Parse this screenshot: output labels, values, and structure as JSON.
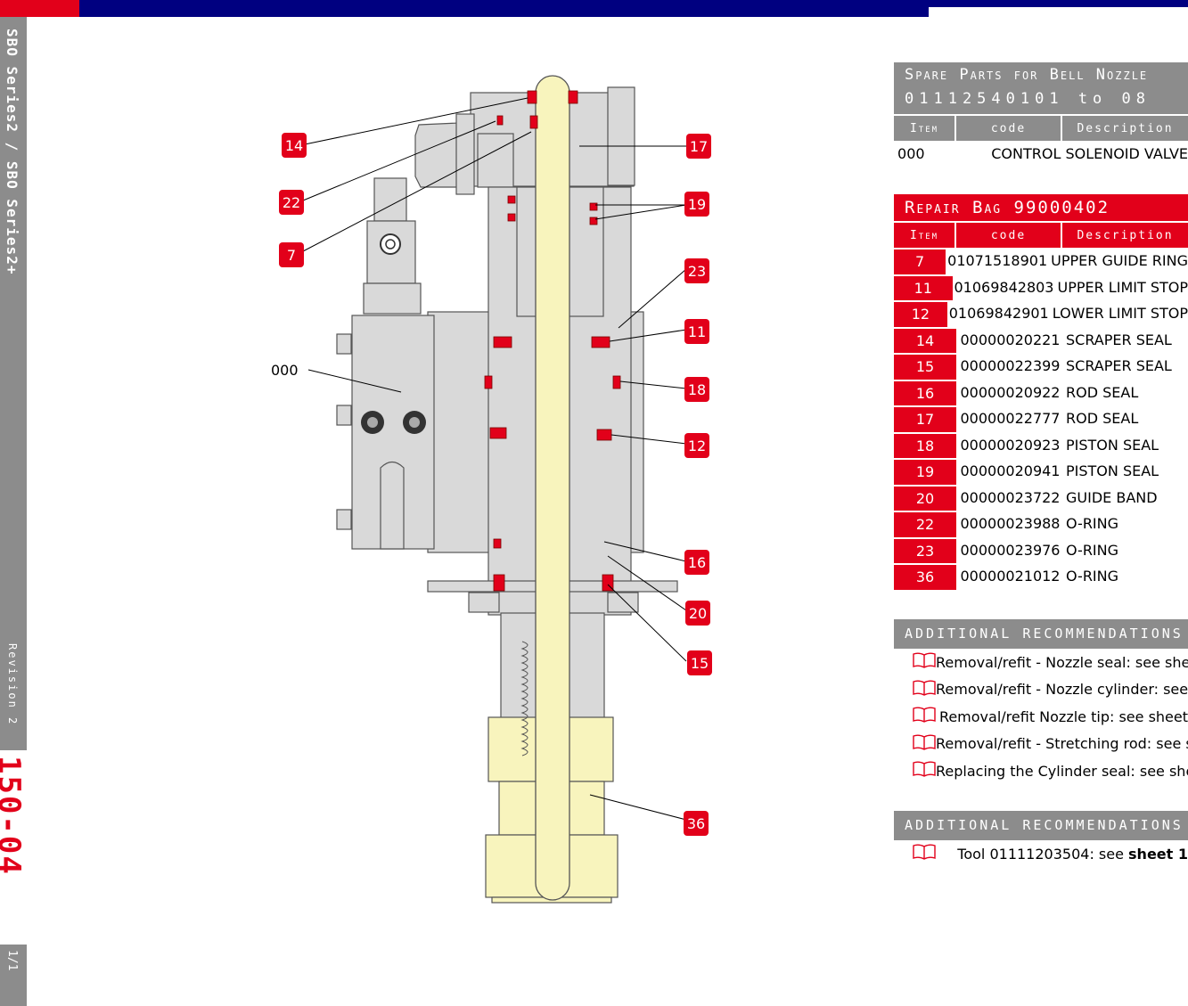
{
  "sidebar": {
    "series_label": "SBO Series2 / SBO Series2+",
    "revision_label": "Revision 2",
    "sheet_number": "150-04",
    "page_label": "1/1"
  },
  "drawing": {
    "callouts": [
      "14",
      "22",
      "7",
      "17",
      "19",
      "23",
      "11",
      "18",
      "12",
      "16",
      "20",
      "15",
      "36"
    ],
    "unmarked_label": "000"
  },
  "spare_parts": {
    "title_line1": "Spare Parts for Bell Nozzle",
    "title_line2": "01112540101 to 08",
    "columns": {
      "item": "Item",
      "code": "code",
      "desc": "Description"
    },
    "rows": [
      {
        "item": "000",
        "code": "",
        "desc": "CONTROL SOLENOID VALVE"
      }
    ]
  },
  "repair_bag": {
    "title": "Repair Bag 99000402",
    "columns": {
      "item": "Item",
      "code": "code",
      "desc": "Description"
    },
    "rows": [
      {
        "item": "7",
        "code": "01071518901",
        "desc": "UPPER GUIDE RING"
      },
      {
        "item": "11",
        "code": "01069842803",
        "desc": "UPPER LIMIT STOP"
      },
      {
        "item": "12",
        "code": "01069842901",
        "desc": "LOWER LIMIT STOP"
      },
      {
        "item": "14",
        "code": "00000020221",
        "desc": "SCRAPER SEAL"
      },
      {
        "item": "15",
        "code": "00000022399",
        "desc": "SCRAPER SEAL"
      },
      {
        "item": "16",
        "code": "00000020922",
        "desc": "ROD SEAL"
      },
      {
        "item": "17",
        "code": "00000022777",
        "desc": "ROD SEAL"
      },
      {
        "item": "18",
        "code": "00000020923",
        "desc": "PISTON SEAL"
      },
      {
        "item": "19",
        "code": "00000020941",
        "desc": "PISTON SEAL"
      },
      {
        "item": "20",
        "code": "00000023722",
        "desc": "GUIDE BAND"
      },
      {
        "item": "22",
        "code": "00000023988",
        "desc": "O-RING"
      },
      {
        "item": "23",
        "code": "00000023976",
        "desc": "O-RING"
      },
      {
        "item": "36",
        "code": "00000021012",
        "desc": "O-RING"
      }
    ]
  },
  "recommendations1": {
    "title": "ADDITIONAL RECOMMENDATIONS",
    "items": [
      "Removal/refit - Nozzle seal: see sheet",
      "Removal/refit - Nozzle cylinder: see sheet",
      "Removal/refit Nozzle tip: see sheet",
      "Removal/refit - Stretching rod: see sheet",
      "Replacing the Cylinder seal: see sheet"
    ]
  },
  "recommendations2": {
    "title": "ADDITIONAL RECOMMENDATIONS",
    "tool_text": "Tool 01111203504: see ",
    "tool_bold": "sheet 1"
  },
  "colors": {
    "brand_red": "#e2001a",
    "brand_blue": "#000080",
    "grey": "#8c8c8c",
    "rod_yellow": "#f8f4bd"
  }
}
